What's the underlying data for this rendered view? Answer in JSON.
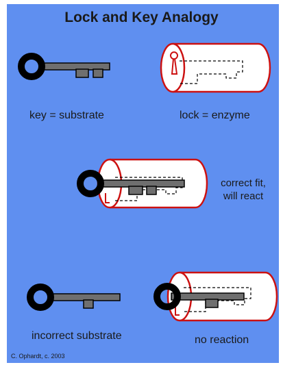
{
  "title": "Lock and Key Analogy",
  "labels": {
    "key": "key = substrate",
    "lock": "lock = enzyme",
    "correct_fit": "correct fit,\nwill react",
    "incorrect": "incorrect substrate",
    "no_reaction": "no reaction"
  },
  "credit": "C. Ophardt, c. 2003",
  "colors": {
    "background": "#5f8ff0",
    "key_body": "#6f6f6f",
    "key_ring": "#000000",
    "lock_outline": "#cc1111",
    "lock_fill": "#ffffff",
    "text": "#1a1a1a"
  }
}
